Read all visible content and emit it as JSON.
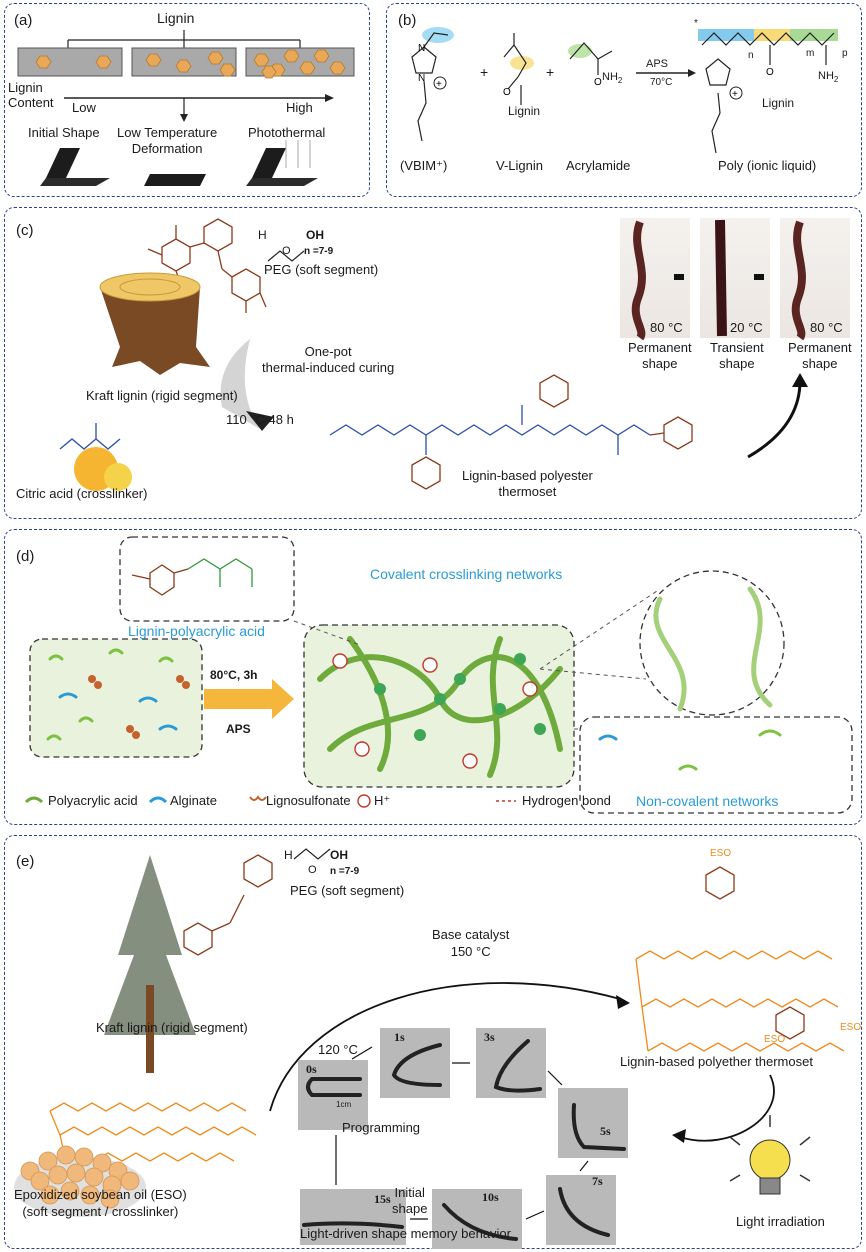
{
  "panel_a": {
    "label": "(a)",
    "top_label": "Lignin",
    "lignin_content": "Lignin\nContent",
    "low": "Low",
    "high": "High",
    "states": [
      "Initial Shape",
      "Low Temperature\nDeformation",
      "Photothermal"
    ]
  },
  "panel_b": {
    "label": "(b)",
    "plus1": "+",
    "plus2": "+",
    "nh2": "NH",
    "nh2_sub": "2",
    "lignin_sub": "Lignin",
    "aps": "APS",
    "temp": "70°C",
    "n": "n",
    "m": "m",
    "p": "p",
    "star": "*",
    "nh2b": "NH",
    "nh2b_sub": "2",
    "lignin_sub2": "Lignin",
    "captions": [
      "(VBIM⁺)",
      "V-Lignin",
      "Acrylamide",
      "Poly (ionic liquid)"
    ]
  },
  "panel_c": {
    "label": "(c)",
    "peg_h": "H",
    "peg_o": "O",
    "peg_oh": "OH",
    "peg_n": "n =7-9",
    "peg_caption": "PEG (soft segment)",
    "kraft_caption": "Kraft lignin (rigid segment)",
    "process": "One-pot\nthermal-induced curing",
    "conditions": "110 °C 48 h",
    "citric_caption": "Citric acid (crosslinker)",
    "product_caption": "Lignin-based polyester\nthermoset",
    "temps": [
      "80 °C",
      "20 °C",
      "80 °C"
    ],
    "shape_labels": [
      "Permanent\nshape",
      "Transient\nshape",
      "Permanent\nshape"
    ]
  },
  "panel_d": {
    "label": "(d)",
    "covalent": "Covalent crosslinking networks",
    "lpa": "Lignin-polyacrylic acid",
    "conditions": "80°C, 3h",
    "aps": "APS",
    "noncovalent": "Non-covalent networks",
    "legend": [
      "Polyacrylic acid",
      "Alginate",
      "Lignosulfonate",
      "H⁺",
      "Hydrogen bond"
    ]
  },
  "panel_e": {
    "label": "(e)",
    "peg_h": "H",
    "peg_o": "O",
    "peg_oh": "OH",
    "peg_n": "n =7-9",
    "peg_caption": "PEG (soft segment)",
    "kraft_caption": "Kraft lignin (rigid segment)",
    "catalyst": "Base catalyst\n150 °C",
    "product_caption": "Lignin-based polyether thermoset",
    "eso_caption": "Epoxidized soybean oil (ESO)\n(soft segment / crosslinker)",
    "eso_tag": "ESO",
    "temp_120": "120 °C",
    "programming": "Programming",
    "initial_shape": "Initial\nshape",
    "behavior": "Light-driven shape memory behavior",
    "light": "Light irradiation",
    "times": [
      "0s",
      "1s",
      "3s",
      "5s",
      "7s",
      "10s",
      "15s"
    ],
    "scale": "1cm"
  },
  "colors": {
    "border": "#2f3f8f",
    "lignin_brown": "#8b3a1a",
    "eso_orange": "#f08a1c",
    "covalent_blue": "#2a9bd6",
    "network_green": "#7cc142",
    "hex_orange": "#e8a857"
  }
}
